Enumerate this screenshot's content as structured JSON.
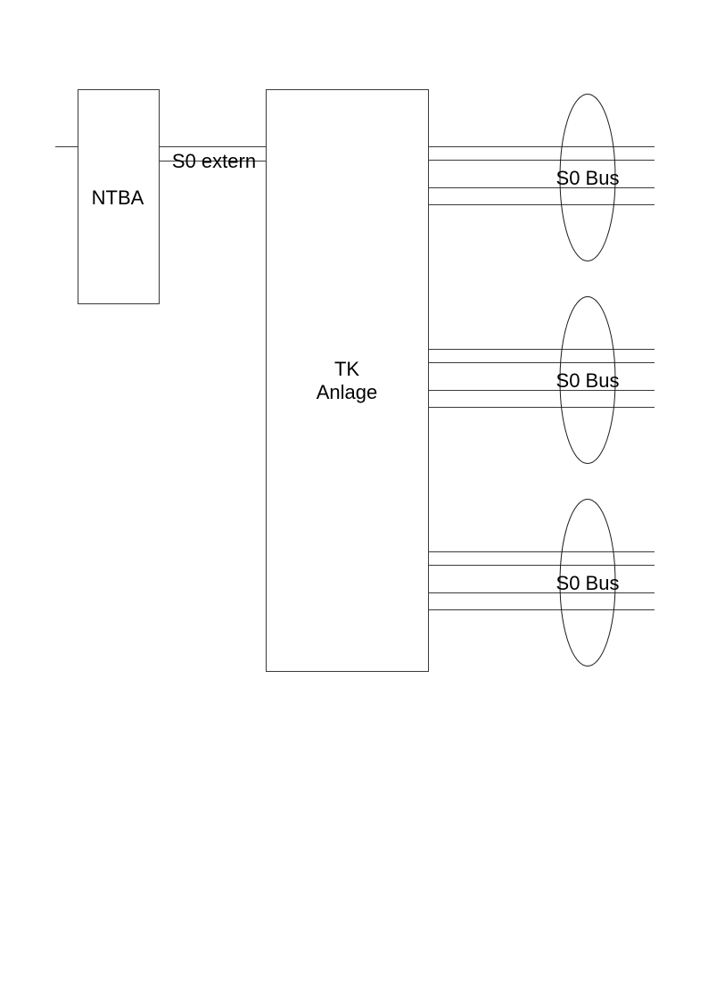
{
  "diagram": {
    "ntba_label": "NTBA",
    "s0_extern_label": "S0 extern",
    "tk_label_line1": "TK",
    "tk_label_line2": "Anlage",
    "bus_labels": [
      "S0 Bus",
      "S0 Bus",
      "S0 Bus"
    ]
  }
}
